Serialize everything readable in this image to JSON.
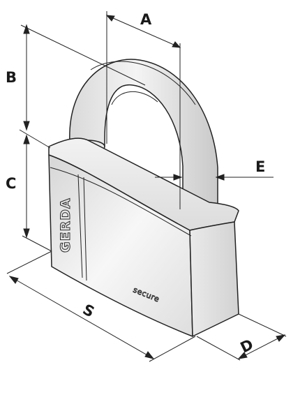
{
  "dimensions": {
    "a": "A",
    "b": "B",
    "c": "C",
    "d": "D",
    "e": "E",
    "s": "S"
  },
  "lock": {
    "brand": "GERDA",
    "model": "secure"
  }
}
